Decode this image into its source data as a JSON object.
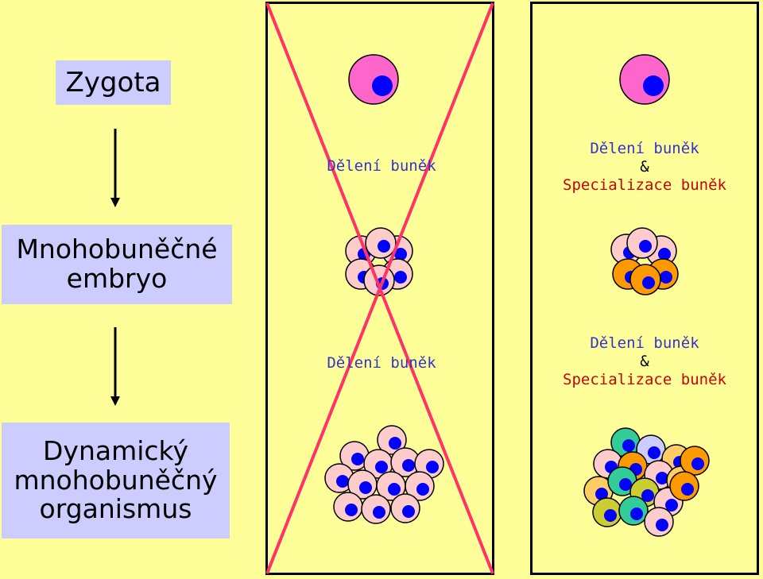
{
  "stages": {
    "zygote": [
      "Zygota"
    ],
    "embryo": [
      "Mnohobuněčné",
      "embryo"
    ],
    "organism": [
      "Dynamický",
      "mnohobuněčný",
      "organismus"
    ]
  },
  "left_panel": {
    "label_top": "Dělení buněk",
    "label_bottom": "Dělení buněk",
    "crossed_out": true
  },
  "right_panel": {
    "top": {
      "line1": "Dělení buněk",
      "amp": "&",
      "line2": "Specializace buněk"
    },
    "bottom": {
      "line1": "Dělení buněk",
      "amp": "&",
      "line2": "Specializace buněk"
    }
  },
  "colors": {
    "background": "#ffff99",
    "stage_box": "#ccccff",
    "zygote_cytoplasm": "#ff66cc",
    "nucleus": "#0000ff",
    "generic_cell": "#ffcccc",
    "cross": "#ff3366",
    "label_blue": "#3333cc",
    "label_red": "#cc0000",
    "specialized": [
      "#ff9900",
      "#ffcc66",
      "#33cc99",
      "#cccc33",
      "#ccccff"
    ]
  }
}
